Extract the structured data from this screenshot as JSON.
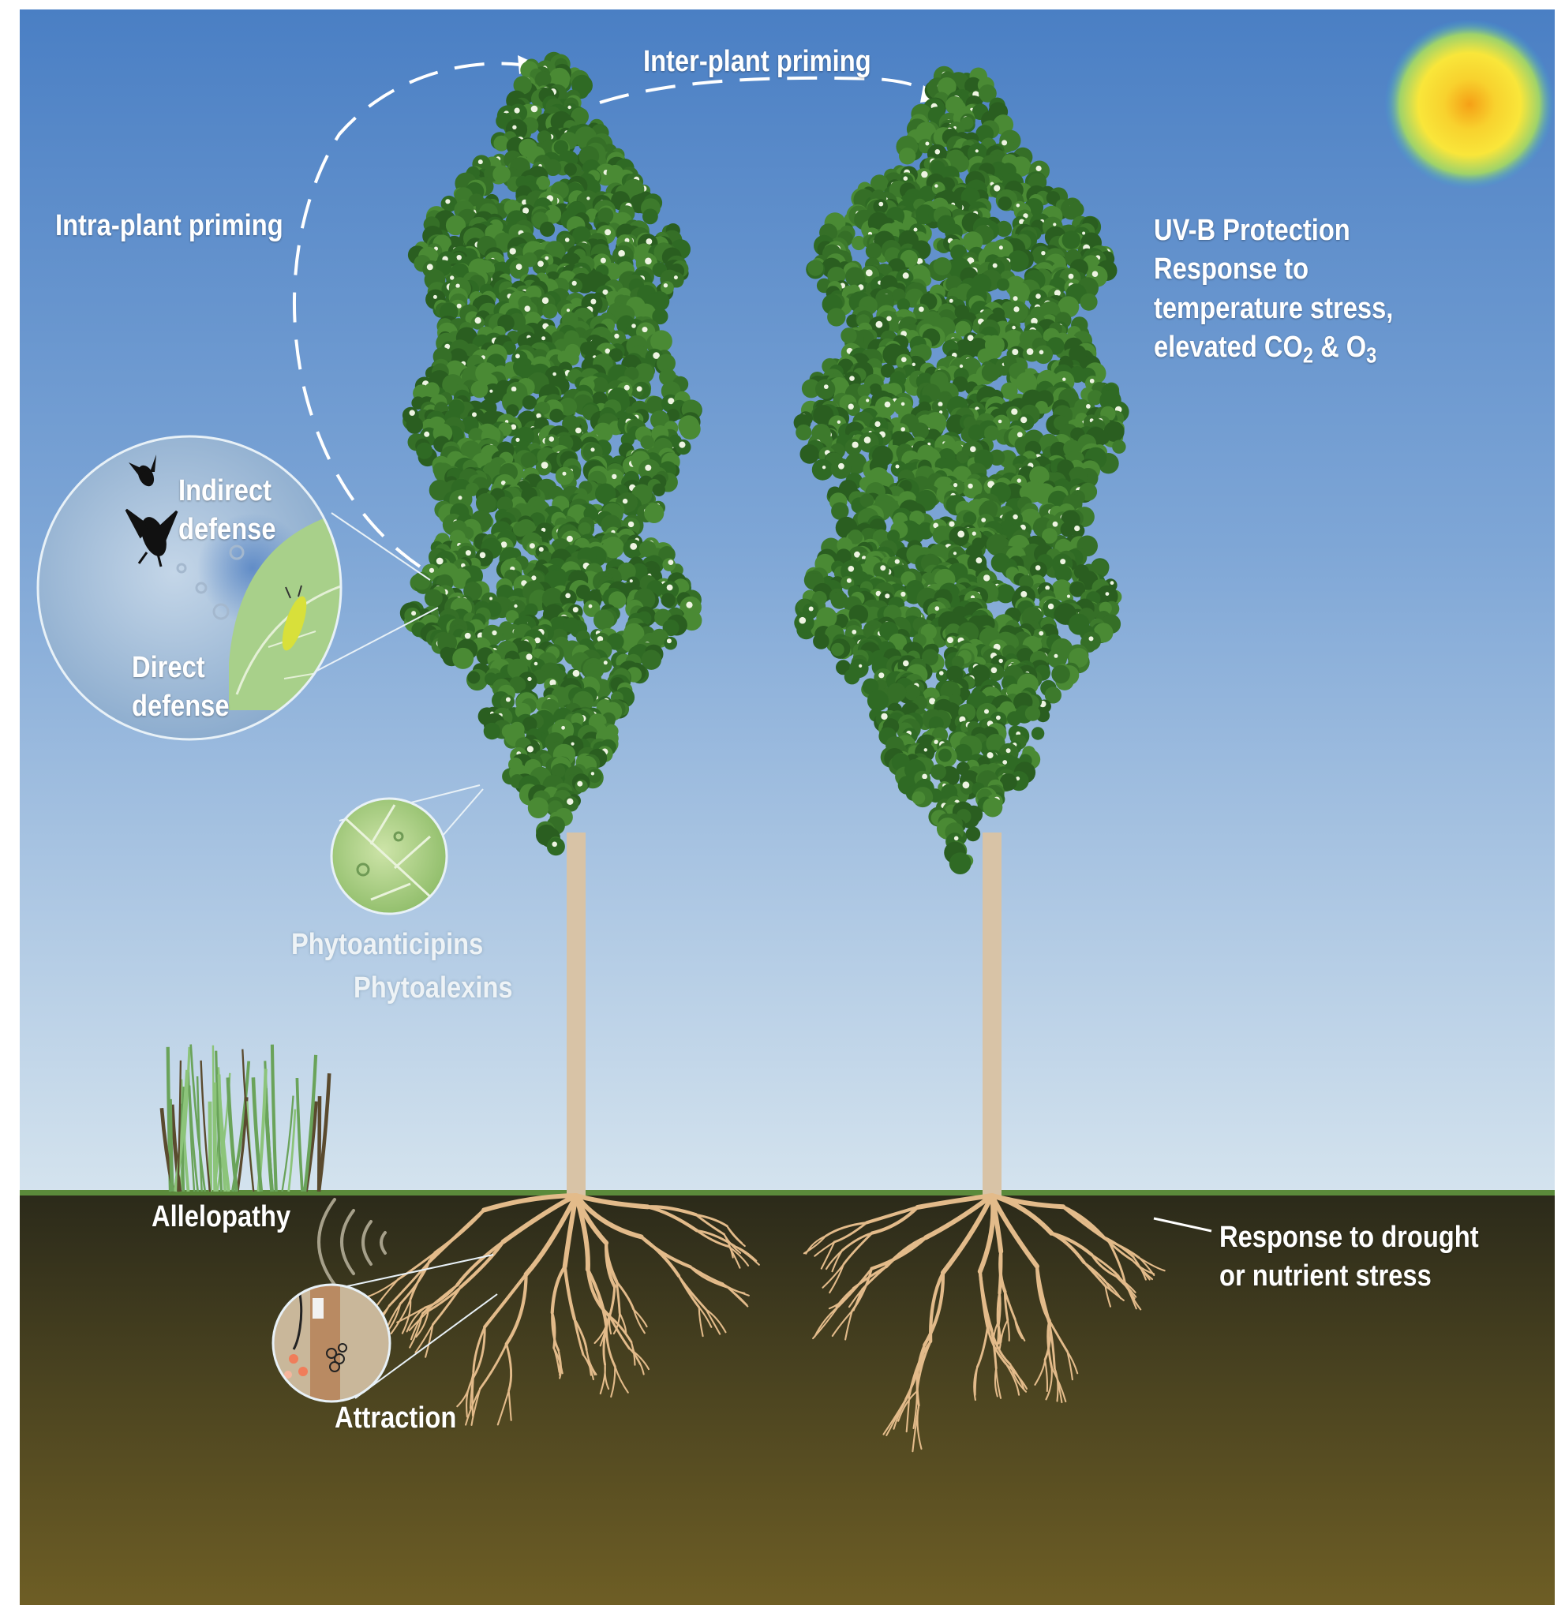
{
  "labels": {
    "inter_plant_priming": "Inter-plant priming",
    "intra_plant_priming": "Intra-plant priming",
    "uvb_protection": "UV-B Protection",
    "temp_stress_line1": "Response to",
    "temp_stress_line2": "temperature stress,",
    "temp_stress_line3_a": "elevated CO",
    "temp_stress_line3_sub1": "2",
    "temp_stress_line3_b": " & O",
    "temp_stress_line3_sub2": "3",
    "indirect_defense_1": "Indirect",
    "indirect_defense_2": "defense",
    "direct_defense_1": "Direct",
    "direct_defense_2": "defense",
    "phytoanticipins": "Phytoanticipins",
    "phytoalexins": "Phytoalexins",
    "allelopathy": "Allelopathy",
    "attraction": "Attraction",
    "drought_1": "Response to drought",
    "drought_2": "or nutrient stress"
  },
  "colors": {
    "sky_top": "#4a7fc4",
    "sky_bottom": "#d4e3ee",
    "soil_top": "#2b2a1a",
    "soil_bottom": "#6e5e25",
    "foliage": "#3d7a2c",
    "trunk": "#d8c3a6",
    "root": "#e3bb8a",
    "sun_core": "#f5a016",
    "sun_mid": "#f9e63a",
    "sun_edge": "#3aa0d8"
  },
  "icons": [
    "sun-icon",
    "wasp-icon",
    "caterpillar-icon",
    "grass-icon",
    "dashed-priming-arrow-icon"
  ]
}
